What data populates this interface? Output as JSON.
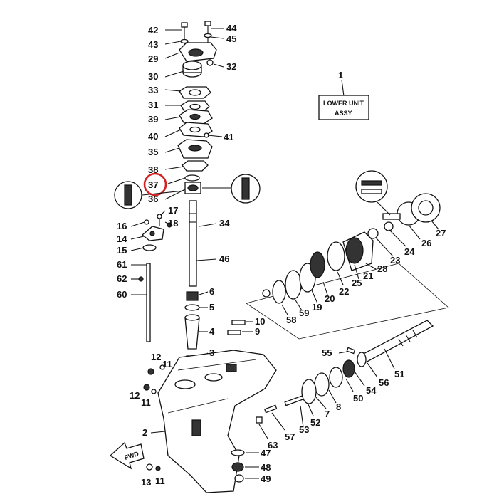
{
  "diagram": {
    "accent_color": "#d32020",
    "highlighted_part": "37",
    "title_box": {
      "number": "1",
      "line1": "LOWER UNIT",
      "line2": "ASSY"
    },
    "fwd_label": "FWD",
    "callouts": [
      "42",
      "43",
      "29",
      "30",
      "33",
      "31",
      "39",
      "40",
      "35",
      "38",
      "37",
      "36",
      "44",
      "45",
      "32",
      "41",
      "17",
      "18",
      "16",
      "14",
      "15",
      "61",
      "62",
      "60",
      "34",
      "46",
      "6",
      "5",
      "4",
      "3",
      "10",
      "9",
      "12",
      "11",
      "12",
      "11",
      "2",
      "13",
      "11",
      "58",
      "59",
      "19",
      "20",
      "22",
      "25",
      "21",
      "28",
      "23",
      "24",
      "26",
      "27",
      "55",
      "56",
      "54",
      "50",
      "51",
      "8",
      "7",
      "52",
      "53",
      "57",
      "63",
      "47",
      "48",
      "49"
    ]
  }
}
